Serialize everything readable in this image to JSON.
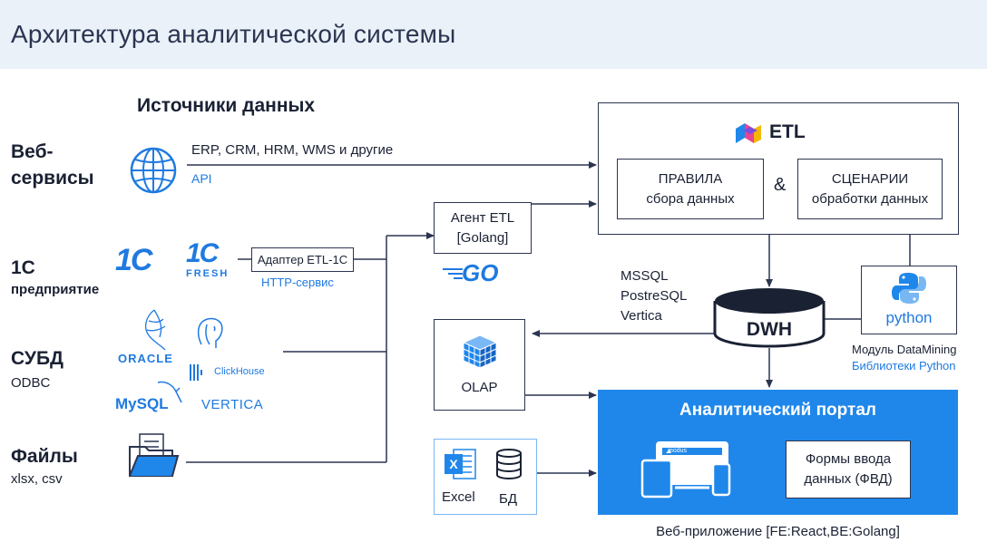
{
  "page_title": "Архитектура аналитической системы",
  "sources_heading": "Источники данных",
  "categories": {
    "web": {
      "title_line1": "Веб-",
      "title_line2": "сервисы",
      "top_text": "ERP, CRM, HRM, WMS и другие",
      "bottom_text": "API"
    },
    "onec": {
      "title": "1С",
      "subtitle": "предприятие",
      "adapter": "Адаптер ETL-1С",
      "adapter_sub": "HTTP-сервис",
      "logo1": "1С",
      "logo2_top": "1С",
      "logo2_bottom": "FRESH"
    },
    "dbms": {
      "title": "СУБД",
      "subtitle": "ODBC",
      "logos": [
        "ORACLE",
        "ClickHouse",
        "MySQL",
        "VERTICA"
      ]
    },
    "files": {
      "title": "Файлы",
      "subtitle": "xlsx, csv"
    }
  },
  "agent": {
    "line1": "Агент ETL",
    "line2": "[Golang]",
    "logo": "GO"
  },
  "etl": {
    "title": "ETL",
    "rules": {
      "line1": "ПРАВИЛА",
      "line2": "сбора данных"
    },
    "amp": "&",
    "scenarios": {
      "line1": "СЦЕНАРИИ",
      "line2": "обработки данных"
    }
  },
  "db_names": [
    "MSSQL",
    "PostreSQL",
    "Vertica"
  ],
  "dwh": {
    "label": "DWH"
  },
  "python": {
    "logo_text": "python",
    "caption": "Модуль DataMining",
    "caption_sub": "Библиотеки Python"
  },
  "olap": {
    "label": "OLAP"
  },
  "excel": {
    "label": "Excel",
    "db_label": "БД"
  },
  "portal": {
    "title": "Аналитический портал",
    "brand": "modus",
    "forms_line1": "Формы ввода",
    "forms_line2": "данных (ФВД)",
    "footer": "Веб-приложение [FE:React,BE:Golang]"
  },
  "colors": {
    "accent": "#1f87ea",
    "link": "#1f7ae0",
    "dark": "#1a2133",
    "header_bg": "#eaf1f9"
  }
}
